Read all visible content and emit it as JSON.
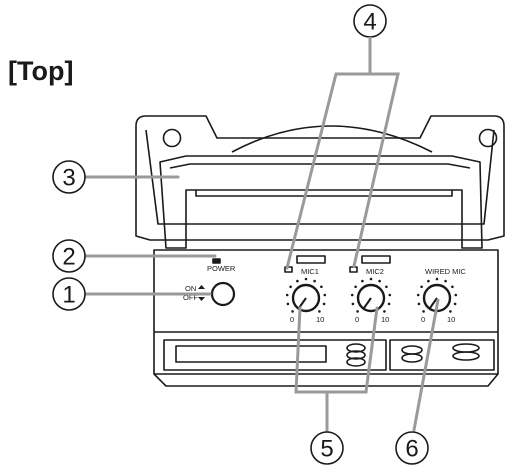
{
  "heading": "[Top]",
  "callouts": {
    "c1": "1",
    "c2": "2",
    "c3": "3",
    "c4": "4",
    "c5": "5",
    "c6": "6"
  },
  "controls": {
    "power_label": "POWER",
    "on_label": "ON",
    "off_label": "OFF",
    "mic1_label": "MIC1",
    "mic2_label": "MIC2",
    "wired_label": "WIRED MIC",
    "scale_min": "0",
    "scale_max": "10"
  }
}
